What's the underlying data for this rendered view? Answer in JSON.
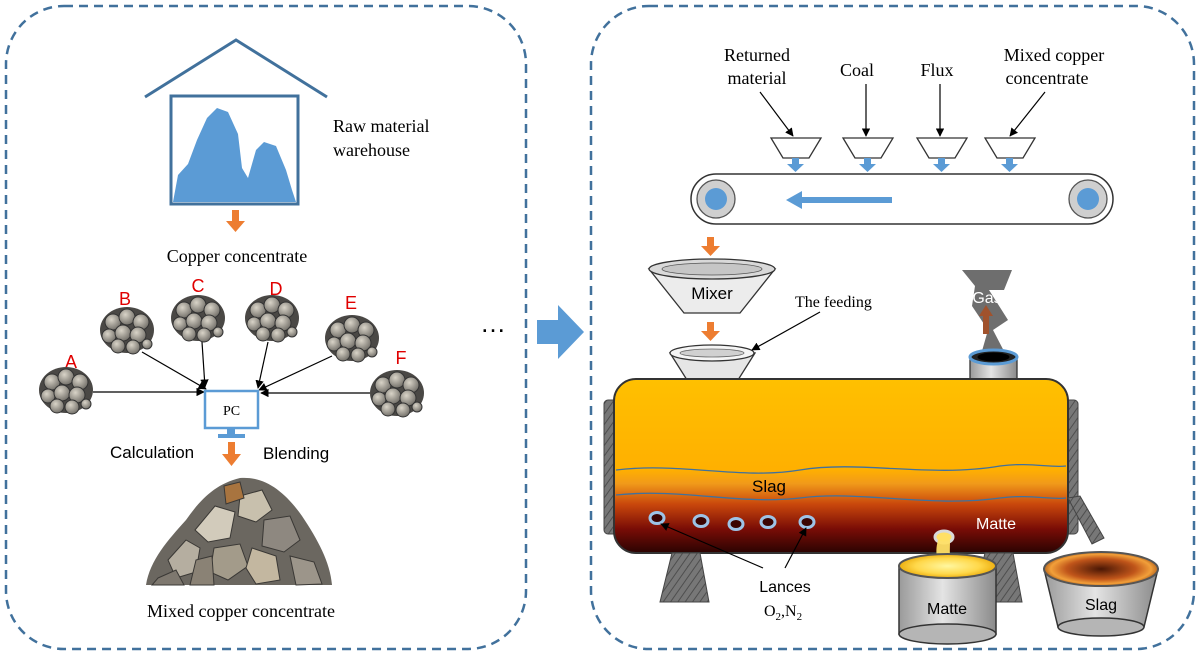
{
  "left_panel": {
    "warehouse_label_line1": "Raw material",
    "warehouse_label_line2": "warehouse",
    "copper_concentrate": "Copper concentrate",
    "bins": [
      "A",
      "B",
      "C",
      "D",
      "E",
      "F"
    ],
    "pc_label": "PC",
    "calculation": "Calculation",
    "blending": "Blending",
    "mixed_copper_concentrate": "Mixed copper concentrate"
  },
  "middle": {
    "ellipsis": "…"
  },
  "right_panel": {
    "feed_returned_line1": "Returned",
    "feed_returned_line2": "material",
    "feed_coal": "Coal",
    "feed_flux": "Flux",
    "feed_mixed_line1": "Mixed copper",
    "feed_mixed_line2": "concentrate",
    "mixer": "Mixer",
    "the_feeding": "The feeding",
    "gas": "Gas",
    "slag_layer": "Slag",
    "matte_layer": "Matte",
    "lances": "Lances",
    "lances_gas": "O2,N2",
    "matte_ladle": "Matte",
    "slag_ladle": "Slag"
  },
  "colors": {
    "panel_border": "#41719c",
    "blue_fill": "#5b9bd5",
    "orange_arrow": "#ed7d31",
    "furnace_top": "#ffc000",
    "furnace_slag": "#f19a1a",
    "furnace_matte": "#7a0d06",
    "bin_label_red": "#e00000"
  }
}
